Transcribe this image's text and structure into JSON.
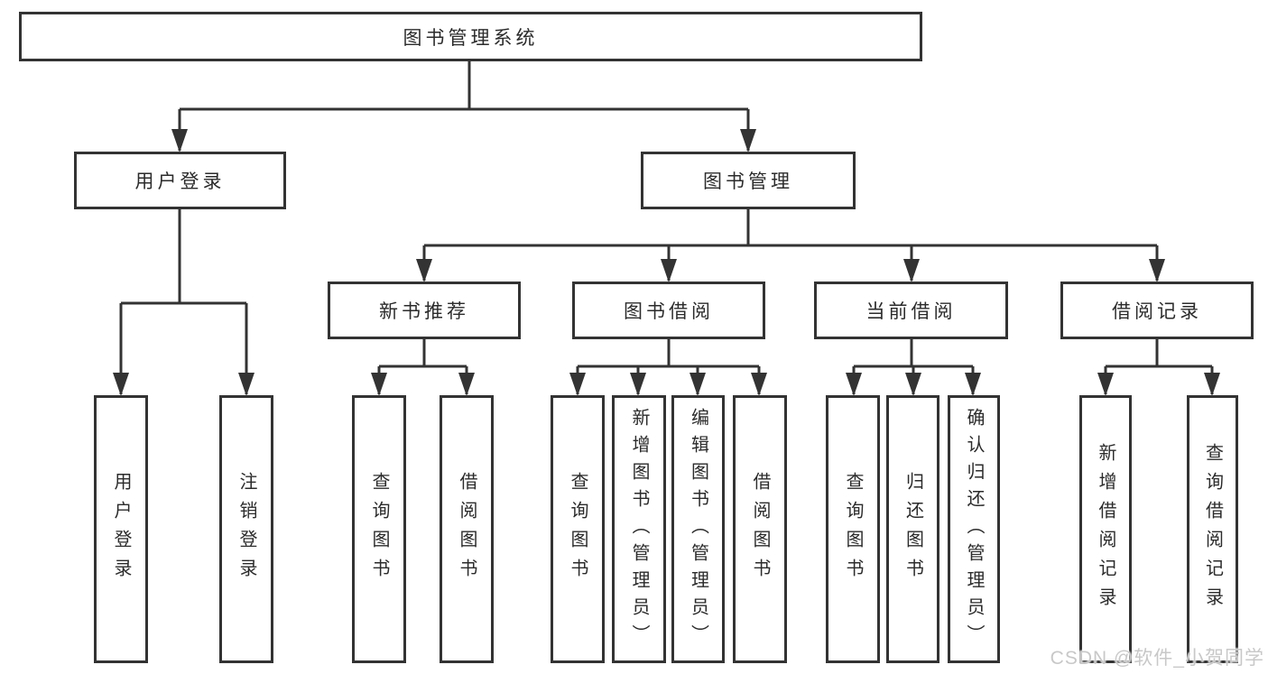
{
  "diagram": {
    "root": "图书管理系统",
    "level2": [
      "用户登录",
      "图书管理"
    ],
    "level3": [
      "新书推荐",
      "图书借阅",
      "当前借阅",
      "借阅记录"
    ],
    "leaves": {
      "user_login": [
        "用户登录",
        "注销登录"
      ],
      "recommend": [
        "查询图书",
        "借阅图书"
      ],
      "borrow": [
        "查询图书",
        "新增图书（管理员）",
        "编辑图书（管理员）",
        "借阅图书"
      ],
      "current": [
        "查询图书",
        "归还图书",
        "确认归还（管理员）"
      ],
      "records": [
        "新增借阅记录",
        "查询借阅记录"
      ]
    }
  },
  "watermark": "CSDN @软件_小贺同学",
  "colors": {
    "line": "#333333",
    "text": "#2b2b2b",
    "watermark": "#c8c8c8",
    "background": "#ffffff"
  }
}
